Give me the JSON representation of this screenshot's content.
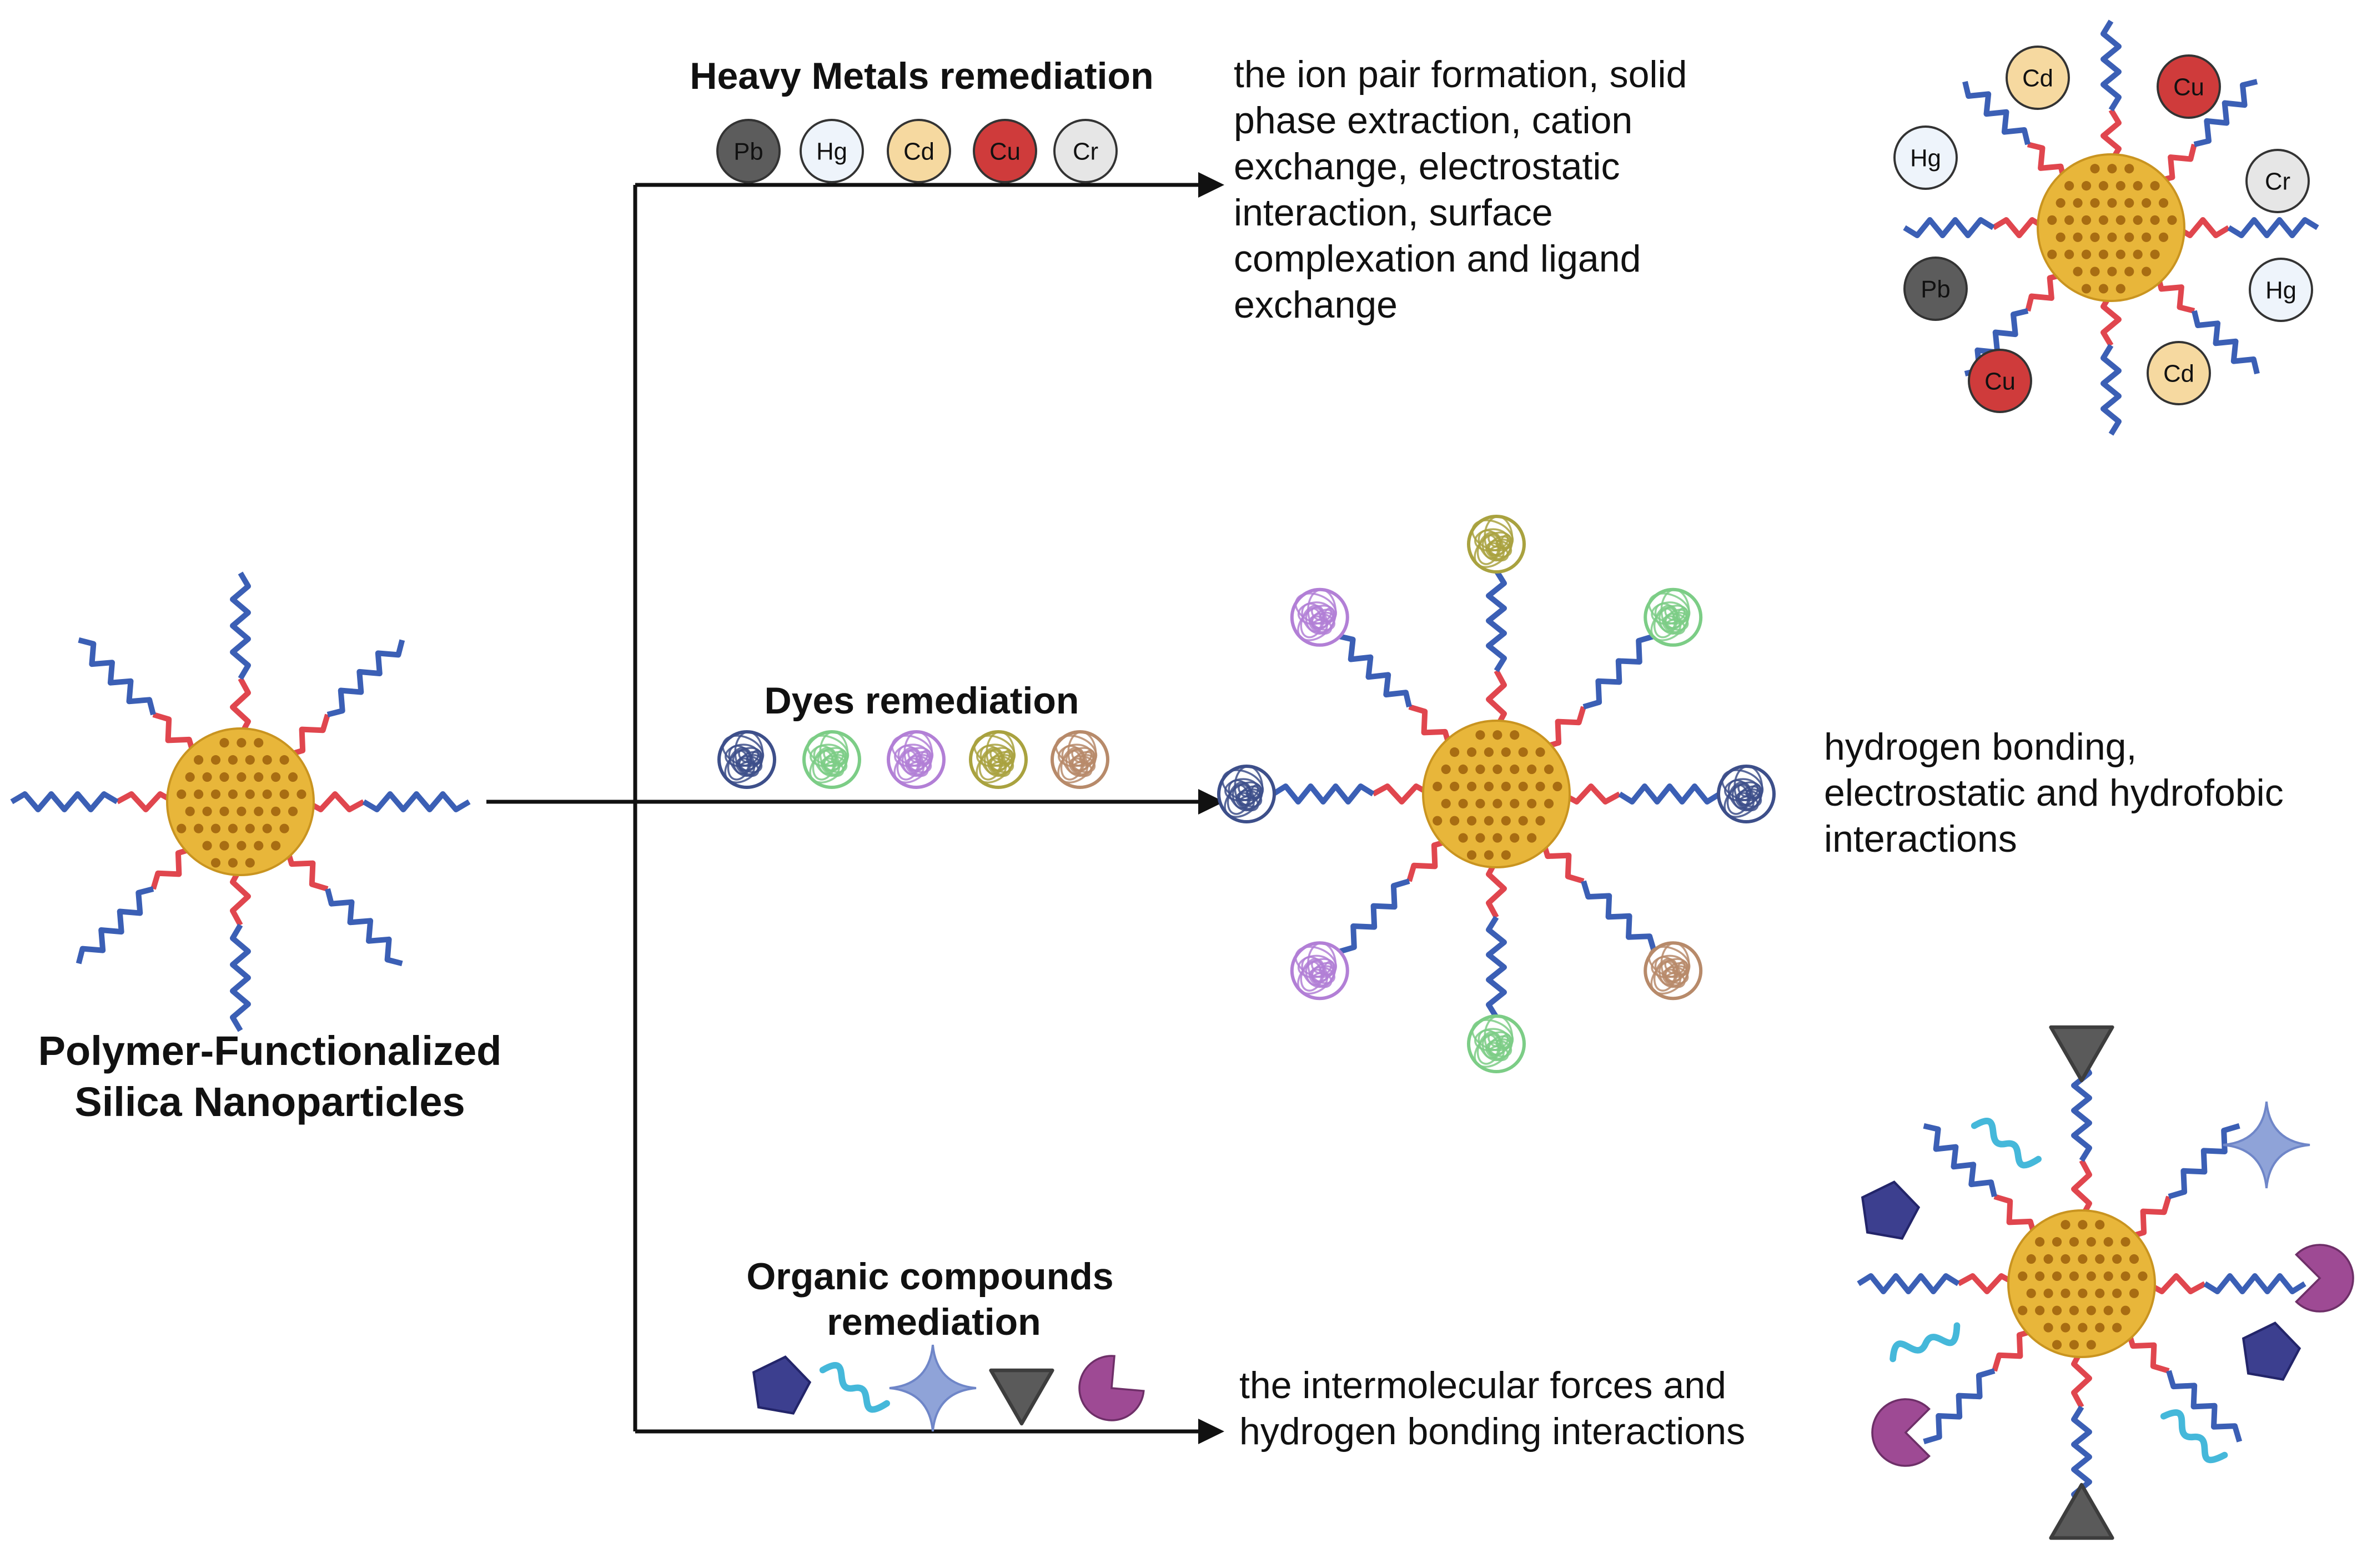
{
  "main_particle": {
    "label_line1": "Polymer-Functionalized",
    "label_line2": "Silica Nanoparticles"
  },
  "heavy_metals": {
    "title": "Heavy Metals remediation",
    "ions": [
      {
        "symbol": "Pb",
        "color": "#5c5c5c",
        "text_color": "#f0f0f0"
      },
      {
        "symbol": "Hg",
        "color": "#eef4fb",
        "text_color": "#333333"
      },
      {
        "symbol": "Cd",
        "color": "#f6d9a0",
        "text_color": "#333333"
      },
      {
        "symbol": "Cu",
        "color": "#cf3b3b",
        "text_color": "#f5f5f5"
      },
      {
        "symbol": "Cr",
        "color": "#e6e6e6",
        "text_color": "#333333"
      }
    ],
    "mechanism_lines": [
      "the ion pair formation, solid",
      "phase extraction, cation",
      "exchange, electrostatic",
      "interaction, surface",
      "complexation and ligand",
      "exchange"
    ]
  },
  "dyes": {
    "title": "Dyes remediation",
    "dye_colors": [
      "#3d4f8a",
      "#7ccd86",
      "#b27fd6",
      "#a9a23f",
      "#b78a6a"
    ],
    "mechanism_lines": [
      "hydrogen bonding,",
      "electrostatic and hydrofobic",
      "interactions"
    ]
  },
  "organics": {
    "title_line1": "Organic compounds",
    "title_line2": "remediation",
    "shapes": [
      "pentagon",
      "wave",
      "star",
      "triangle",
      "pacman"
    ],
    "mechanism_lines": [
      "the intermolecular forces and",
      "hydrogen bonding interactions"
    ]
  },
  "colors": {
    "core": "#e8b63a",
    "core_pore": "#a86d12",
    "polymer_inner": "#e0464e",
    "polymer_outer": "#3b5fb5",
    "arrow": "#111111",
    "pentagon": "#3c3f8f",
    "wave": "#45b8da",
    "star": "#8fa3d8",
    "triangle": "#5a5a5a",
    "pacman": "#9e4a94"
  }
}
